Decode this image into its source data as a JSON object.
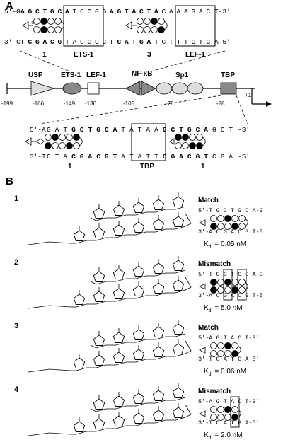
{
  "panelA": {
    "letter": "A",
    "top": {
      "strand1": {
        "p5": "5'-G",
        "seq": [
          "A",
          "G",
          "C",
          "T",
          "G",
          "C",
          "A",
          "T",
          "C",
          "C",
          "G",
          "G",
          "A",
          "G",
          "T",
          "A",
          "C",
          "T",
          "A",
          "C",
          "A",
          "A",
          "A",
          "G",
          "A",
          "C"
        ],
        "p3": "T-3'"
      },
      "strand2": {
        "p3": "3'-C",
        "seq": [
          "T",
          "C",
          "G",
          "A",
          "C",
          "G",
          "T",
          "A",
          "G",
          "G",
          "C",
          "C",
          "T",
          "C",
          "A",
          "T",
          "G",
          "A",
          "T",
          "G",
          "T",
          "T",
          "T",
          "C",
          "T",
          "G"
        ],
        "p5": "A-5'"
      },
      "labels": {
        "one": "1",
        "ets": "ETS-1",
        "three": "3",
        "lef": "LEF-1"
      }
    },
    "promoter": {
      "elements": [
        "USF",
        "ETS-1",
        "LEF-1",
        "NF-κB",
        "Sp1",
        "TBP"
      ],
      "positions": [
        "-199",
        "-166",
        "-149",
        "-136",
        "-105",
        "-78",
        "-28",
        "+1"
      ]
    },
    "bottom": {
      "strand1": {
        "p5": "5'-A",
        "seq": [
          "G",
          "A",
          "T",
          "G",
          "C",
          "T",
          "G",
          "C",
          "A",
          "T",
          "A",
          "T",
          "A",
          "A",
          "G",
          "C",
          "T",
          "G",
          "C",
          "A",
          "G",
          "C",
          "T"
        ],
        "p3": "-3'"
      },
      "strand2": {
        "p3": "3'-T",
        "seq": [
          "C",
          "T",
          "A",
          "C",
          "G",
          "A",
          "C",
          "G",
          "T",
          "A",
          "T",
          "A",
          "T",
          "T",
          "C",
          "G",
          "A",
          "C",
          "G",
          "T",
          "C",
          "G",
          "A"
        ],
        "p5": "-5'"
      },
      "labels": {
        "one_left": "1",
        "tbp": "TBP",
        "one_right": "1"
      }
    }
  },
  "panelB": {
    "letter": "B",
    "compounds": [
      {
        "num": "1",
        "title": "Match",
        "top": "5'-T G C T G C A-3'",
        "bottom": "3'-A C G A C G T-5'",
        "kd_label": "K",
        "kd_sub": "d",
        "kd_value": "= 0.05 nM"
      },
      {
        "num": "2",
        "title": "Mismatch",
        "top": "5'-T G C T G C A-3'",
        "bottom": "3'-A C G A C G T-5'",
        "kd_label": "K",
        "kd_sub": "d",
        "kd_value": "= 5.0 nM"
      },
      {
        "num": "3",
        "title": "Match",
        "top": "5'-A G T A C T-3'",
        "bottom": "3'-T C A T G A-5'",
        "kd_label": "K",
        "kd_sub": "d",
        "kd_value": "= 0.06 nM"
      },
      {
        "num": "4",
        "title": "Mismatch",
        "top": "5'-A G T A C T-3'",
        "bottom": "3'-T C A T G A-5'",
        "kd_label": "K",
        "kd_sub": "d",
        "kd_value": "= 2.0 nM"
      }
    ]
  }
}
